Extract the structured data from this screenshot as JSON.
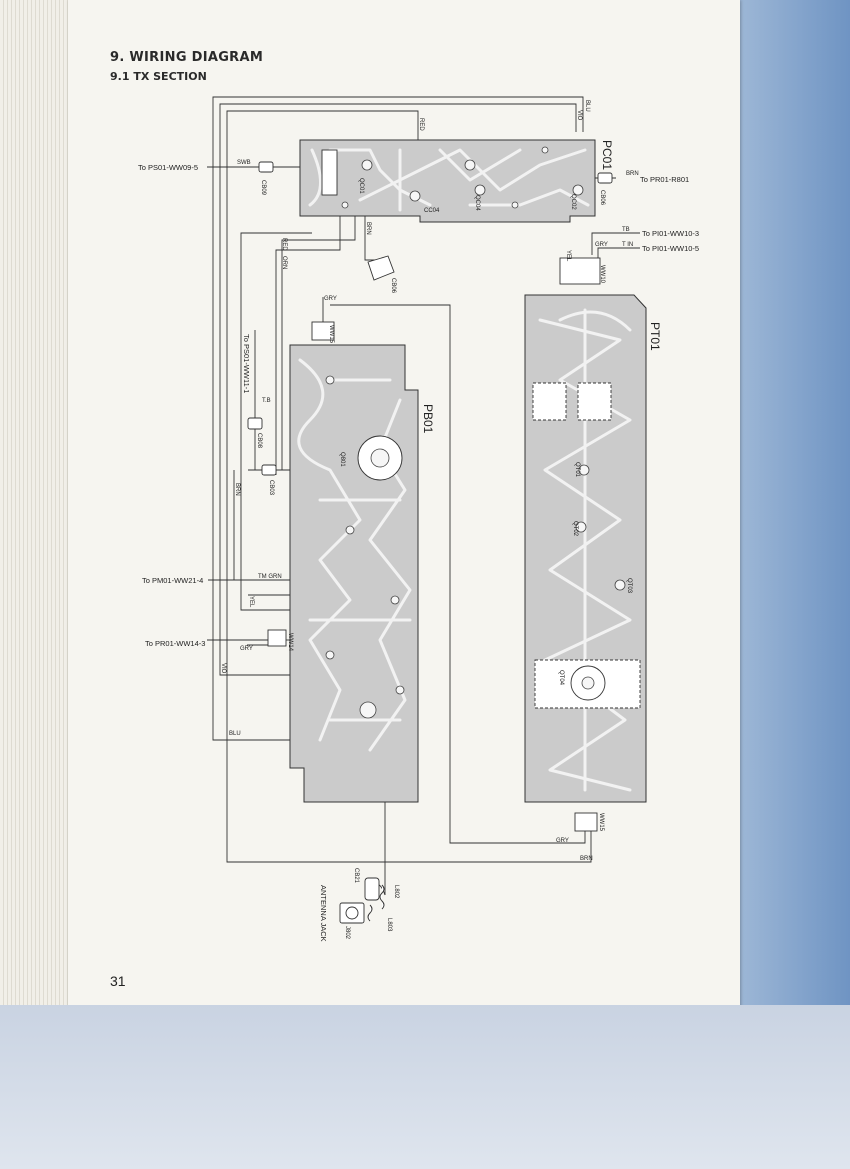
{
  "page": {
    "title": "9. WIRING DIAGRAM",
    "section": "9.1  TX SECTION",
    "number": "31"
  },
  "boards": {
    "pc01": "PC01",
    "pb01": "PB01",
    "pt01": "PT01"
  },
  "destinations": {
    "ps01_ww09_5": "To PS01-WW09-5",
    "pr01_r801": "To PR01-R801",
    "pi01_ww10_3": "To PI01-WW10-3",
    "pi01_ww10_5": "To PI01-WW10-5",
    "ps01_ww11_1": "To PS01-WW11-1",
    "pm01_ww21_4": "To PM01-WW21-4",
    "pr01_ww14_3": "To PR01-WW14-3"
  },
  "connectors": {
    "ww10": "WW10",
    "ww15_top": "WW15",
    "ww14": "WW14",
    "ww15_bottom": "WW15"
  },
  "wire_labels": {
    "blu_top": "BLU",
    "vio_top": "VIO",
    "red_top": "RED",
    "swb": "SWB",
    "brn_pc01": "BRN",
    "red_left": "RED",
    "brn_mid": "BRN",
    "orn": "ORN",
    "tb_top": "TB",
    "t_in": "T IN",
    "yel_ww10": "YEL",
    "gry_ww10": "GRY",
    "gry_ww15": "GRY",
    "tb_left": "T.B",
    "brn_left": "BRN",
    "tm_grn": "TM GRN",
    "yel_left": "YEL",
    "gry_ww14": "GRY",
    "vio_left": "VIO",
    "blu_left": "BLU",
    "gry_bottom": "GRY",
    "brn_bottom": "BRN"
  },
  "parts": {
    "cb09": "CB09",
    "cb06_pc01": "CB06",
    "cb06_mid": "CB06",
    "cb08": "CB08",
    "cb03": "CB03",
    "q801": "Q801",
    "qc01": "QC01",
    "qc04": "QC04",
    "qc02": "QC02",
    "cc04": "CC04",
    "qt01": "QT01",
    "qt02": "QT02",
    "qt03": "QT03",
    "qt04": "QT04",
    "cb21": "CB21",
    "l802": "L802",
    "l803": "L803",
    "j802": "J802",
    "antenna_jack": "ANTENNA JACK"
  }
}
